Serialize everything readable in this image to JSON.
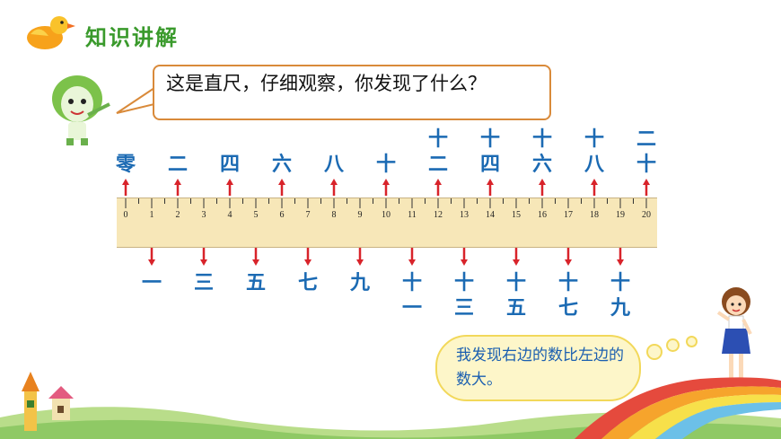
{
  "header": {
    "title": "知识讲解"
  },
  "question": {
    "text": "这是直尺，仔细观察，你发现了什么？"
  },
  "ruler": {
    "tick_labels": [
      "0",
      "1",
      "2",
      "3",
      "4",
      "5",
      "6",
      "7",
      "8",
      "9",
      "10",
      "11",
      "12",
      "13",
      "14",
      "15",
      "16",
      "17",
      "18",
      "19",
      "20"
    ],
    "even_names": [
      [
        "零"
      ],
      [
        "二"
      ],
      [
        "四"
      ],
      [
        "六"
      ],
      [
        "八"
      ],
      [
        "十"
      ],
      [
        "十",
        "二"
      ],
      [
        "十",
        "四"
      ],
      [
        "十",
        "六"
      ],
      [
        "十",
        "八"
      ],
      [
        "二",
        "十"
      ]
    ],
    "odd_names": [
      [
        "一"
      ],
      [
        "三"
      ],
      [
        "五"
      ],
      [
        "七"
      ],
      [
        "九"
      ],
      [
        "十",
        "一"
      ],
      [
        "十",
        "三"
      ],
      [
        "十",
        "五"
      ],
      [
        "十",
        "七"
      ],
      [
        "十",
        "九"
      ]
    ]
  },
  "speech": {
    "text": "我发现右边的数比左边的数大。"
  },
  "colors": {
    "title": "#3a9a2c",
    "numbers": "#1b6ab3",
    "arrow": "#d8232a",
    "ruler": "#f7e7b8"
  }
}
